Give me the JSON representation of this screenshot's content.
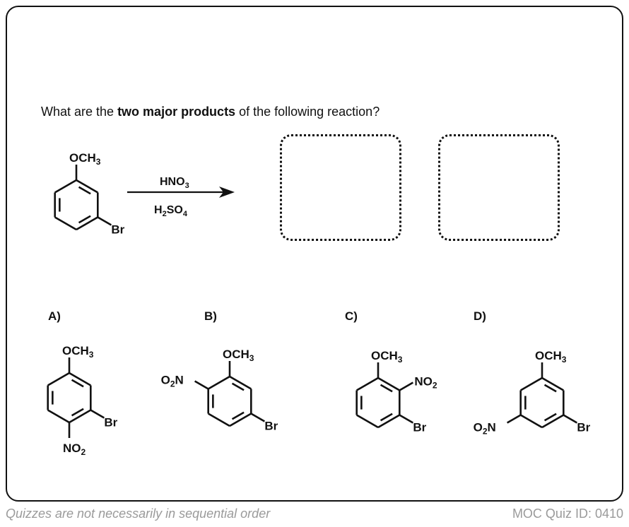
{
  "question": {
    "prefix": "What are the ",
    "bold": "two major products",
    "suffix": " of the following reaction?"
  },
  "reaction": {
    "reagent_top": "HNO",
    "reagent_top_sub": "3",
    "reagent_bottom_a": "H",
    "reagent_bottom_sub1": "2",
    "reagent_bottom_b": "SO",
    "reagent_bottom_sub2": "4"
  },
  "labels": {
    "och3": "OCH",
    "och3_sub": "3",
    "br": "Br",
    "no2": "NO",
    "no2_sub": "2",
    "o2n_o": "O",
    "o2n_sub": "2",
    "o2n_n": "N"
  },
  "options": [
    "A)",
    "B)",
    "C)",
    "D)"
  ],
  "footer": {
    "left": "Quizzes are not necessarily in sequential order",
    "right": "MOC Quiz ID: 0410"
  }
}
